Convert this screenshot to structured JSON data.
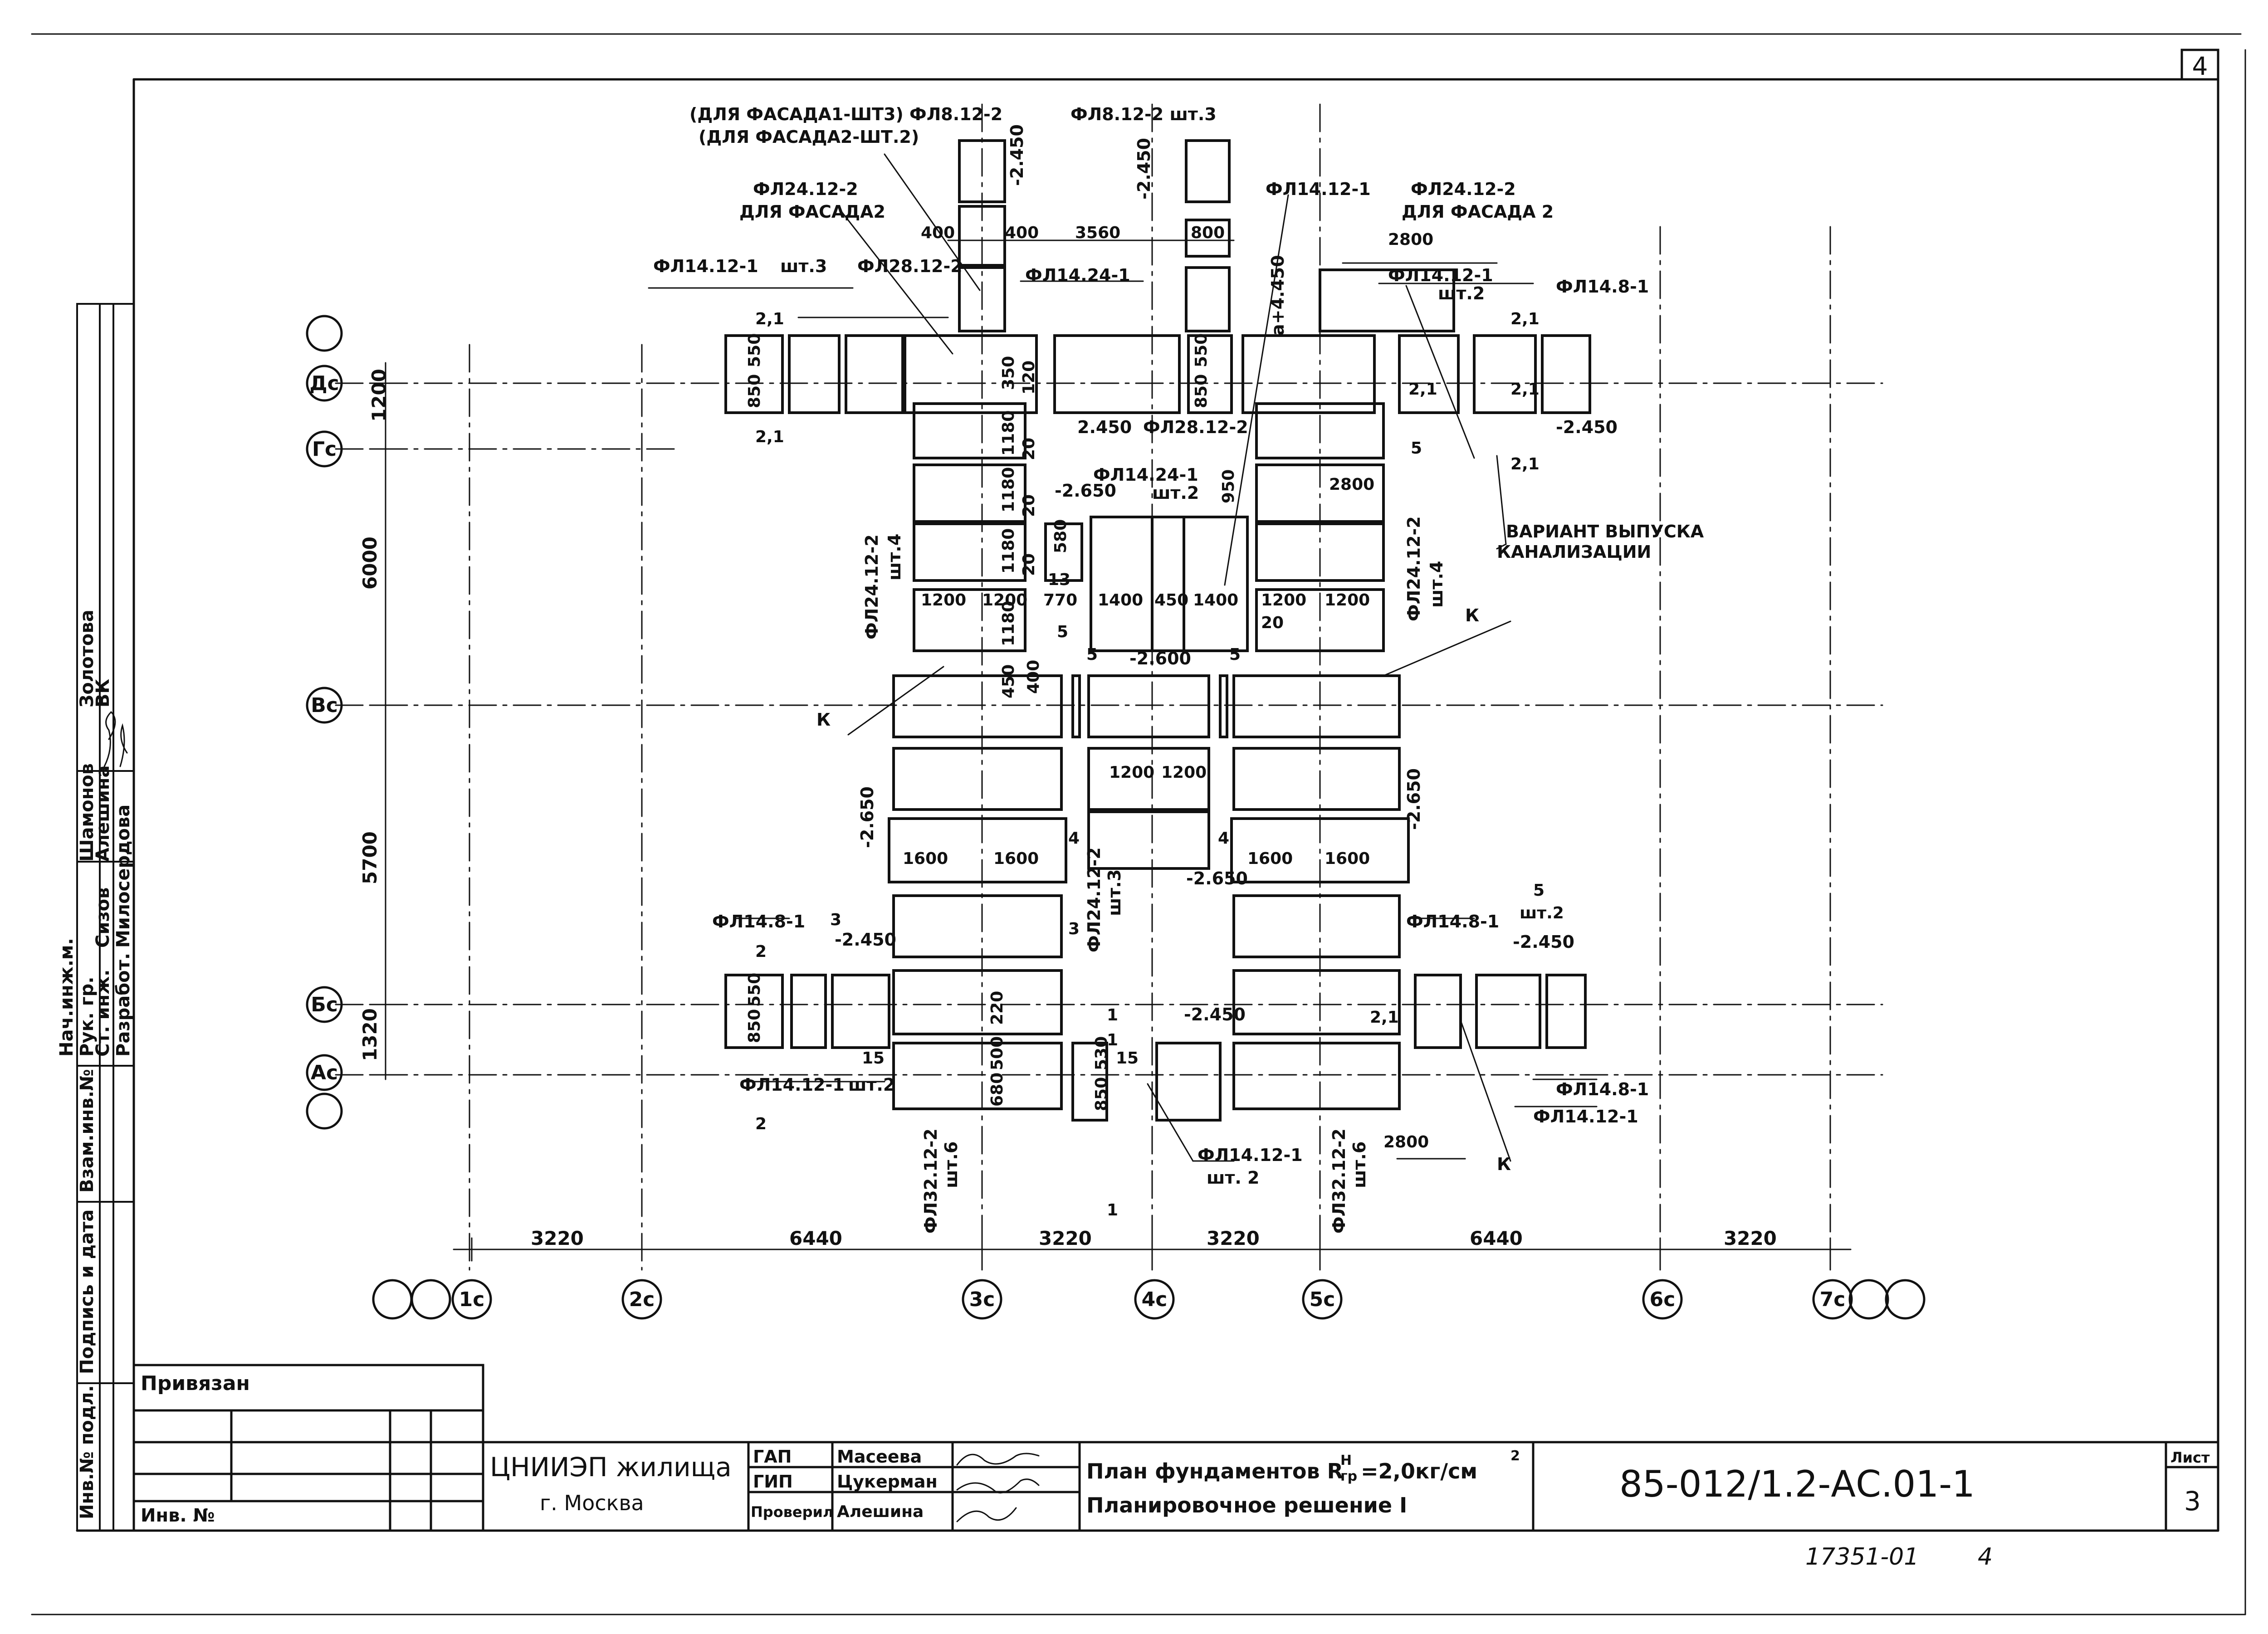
{
  "sheet_corner_number": "4",
  "notes": {
    "facade1": "(ДЛЯ ФАСАДА1-ШТ3) ФЛ8.12-2",
    "facade2": "(ДЛЯ ФАСАДА2-ШТ.2)",
    "fl8_top_right": "ФЛ8.12-2 шт.3",
    "fl24_facade2_left_1": "ФЛ24.12-2",
    "fl24_facade2_left_2": "ДЛЯ ФАСАДА2",
    "fl24_facade2_right_1": "ФЛ24.12-2",
    "fl24_facade2_right_2": "ДЛЯ ФАСАДА 2",
    "fl14_12_1_top": "ФЛ14.12-1",
    "fl14_12_1_top_left": "ФЛ14.12-1",
    "sht3": "шт.3",
    "fl28_12_2": "ФЛ28.12-2",
    "fl14_24_1": "ФЛ14.24-1",
    "fl14_12_1_right": "ФЛ14.12-1",
    "sht2_right": "шт.2",
    "fl14_8_1_top": "ФЛ14.8-1",
    "fl28_12_2_mid": "ФЛ28.12-2",
    "fl14_24_1_mid": "ФЛ14.24-1",
    "fl14_24_1_sht2": "шт.2",
    "fl24_12_2_left": "ФЛ24.12-2",
    "sht4_left": "шт.4",
    "fl24_12_2_right": "ФЛ24.12-2",
    "sht4_right": "шт.4",
    "variant_1": "ВАРИАНТ ВЫПУСКА",
    "variant_2": "КАНАЛИЗАЦИИ",
    "k_left": "К",
    "k_right": "К",
    "k_bottom": "К",
    "fl14_8_1_left": "ФЛ14.8-1",
    "fl14_12_1_bl": "ФЛ14.12-1",
    "sht2_bl": "шт.2",
    "fl32_12_2_l": "ФЛ32.12-2",
    "sht6_l": "шт.6",
    "fl32_12_2_r": "ФЛ32.12-2",
    "sht6_r": "шт.6",
    "fl24_12_2_c": "ФЛ24.12-2",
    "sht3_c": "шт.3",
    "fl14_12_1_c": "ФЛ14.12-1",
    "sht2_c": "шт. 2",
    "fl14_8_1_r": "ФЛ14.8-1",
    "fl14_8_1_br": "ФЛ14.8-1",
    "fl14_12_1_br": "ФЛ14.12-1",
    "sht2_br": "шт.2",
    "five_br": "5"
  },
  "elevations": {
    "e1": "-2.450",
    "e2": "-2.450",
    "e3": "2.450",
    "e4": "-2.450",
    "e5": "-2.650",
    "e6": "-2.600",
    "e7": "-2.650",
    "e8": "-2.650",
    "e9": "-2.650",
    "e10": "-2.450",
    "e11": "-2.450",
    "e12": "-2.450",
    "e13": "a+4.450"
  },
  "axes": {
    "letters": [
      "Дс",
      "Гс",
      "Вс",
      "Бс",
      "Ас"
    ],
    "numbers": [
      "1c",
      "2c",
      "3c",
      "4c",
      "5c",
      "6c",
      "7c"
    ]
  },
  "dims": {
    "vertical": [
      "1200",
      "6000",
      "5700",
      "1320"
    ],
    "horizontal": [
      "3220",
      "6440",
      "3220",
      "3220",
      "6440",
      "3220"
    ],
    "small": {
      "d400a": "400",
      "d400b": "400",
      "d3560": "3560",
      "d800": "800",
      "d2800": "2800",
      "d2800b": "2800",
      "d2800c": "2800",
      "d350": "350",
      "d120": "120",
      "d1180a": "1180",
      "d1180b": "1180",
      "d1180c": "1180",
      "d1180d": "1180",
      "d20a": "20",
      "d20b": "20",
      "d20c": "20",
      "d580": "580",
      "d13": "13",
      "d950": "950",
      "d1200a": "1200",
      "d1200b": "1200",
      "d770": "770",
      "d1400a": "1400",
      "d450": "450",
      "d1400b": "1400",
      "d1200c": "1200",
      "d1200d": "1200",
      "d20r": "20",
      "d5a": "5",
      "d5b": "5",
      "d5c": "5",
      "d5d": "5",
      "d450v": "450",
      "d400v": "400",
      "d1200e": "1200",
      "d1200f": "1200",
      "d1600a": "1600",
      "d1600b": "1600",
      "d1600c": "1600",
      "d1600d": "1600",
      "d4a": "4",
      "d4b": "4",
      "d3a": "3",
      "d3b": "3",
      "d550a": "550",
      "d850a": "850",
      "d550b": "550",
      "d850b": "850",
      "d550c": "550",
      "d850c": "850",
      "d2_1a": "2,1",
      "d2_1b": "2,1",
      "d2_1c": "2,1",
      "d2_1d": "2,1",
      "d2_1e": "2,1",
      "d2_1f": "2,1",
      "d2_1g": "2,1",
      "d2a": "2",
      "d2b": "2",
      "d15a": "15",
      "d15b": "15",
      "d220": "220",
      "d500": "500",
      "d680": "680",
      "d530": "530",
      "d850d": "850",
      "d1": "1",
      "d1b": "1",
      "d1c": "1",
      "d5sh": "5",
      "d5sh2": "шт.2"
    }
  },
  "titleblock": {
    "privyazan": "Привязан",
    "inv_no": "Инв. №",
    "org_1": "ЦНИИЭП жилища",
    "org_2": "г. Москва",
    "role1": "ГАП",
    "name1": "Масеева",
    "role2": "ГИП",
    "name2": "Цукерман",
    "role3": "Проверил",
    "name3": "Алешина",
    "title_1": "План фундаментов R",
    "title_sup": "Н",
    "title_sub": "гр",
    "title_rest": "=2,0кг/см",
    "title_pow": "2",
    "title_2": "Планировочное решение I",
    "code": "85-012/1.2-АС.01-1",
    "list_label": "Лист",
    "list_no": "3",
    "footer_number": "17351-01",
    "footer_page": "4"
  },
  "side_stamp": {
    "cols": [
      "Инв.№ подл.",
      "Подпись и дата",
      "Взам.инв.№",
      "Ст. инж.",
      "Разработ.",
      "Рук. гр.",
      "Нач.инж.м.",
      "Сизов",
      "Милосердова",
      "Алешина",
      "Шамонов",
      "ВК",
      "Золотова"
    ]
  }
}
